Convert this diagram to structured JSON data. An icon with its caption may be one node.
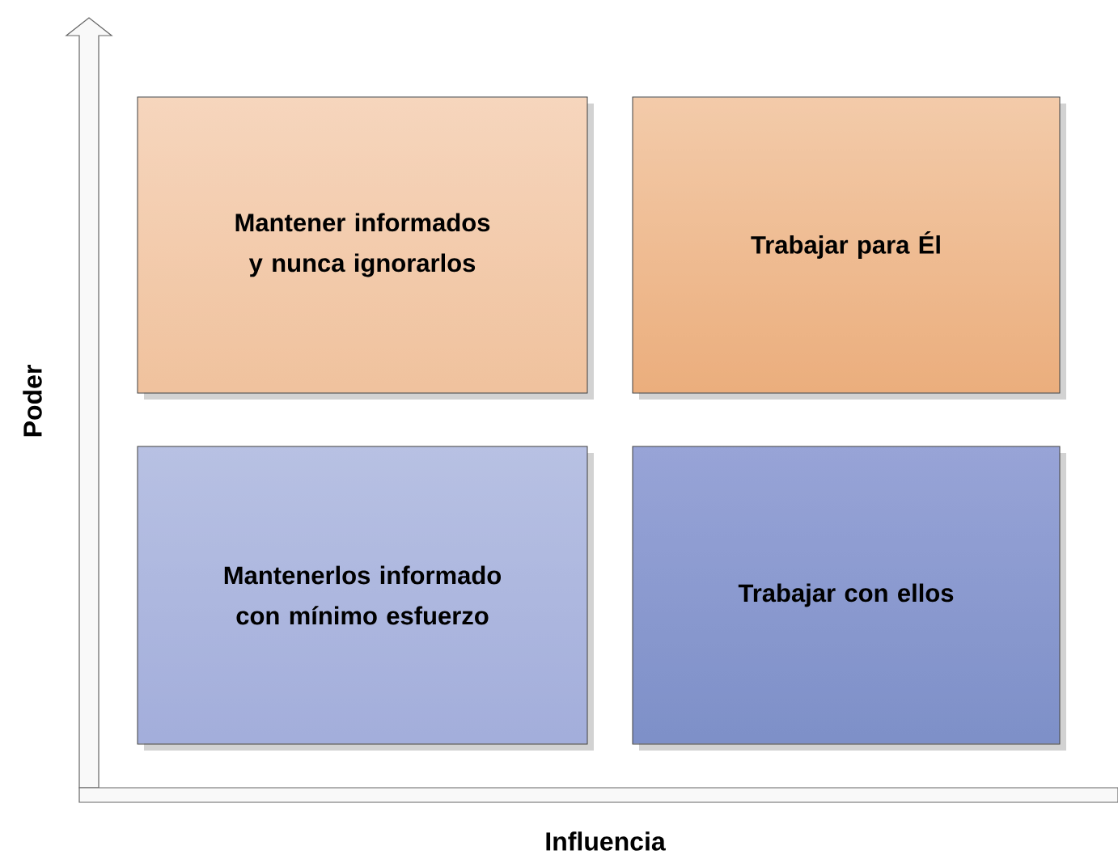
{
  "diagram": {
    "nodes": [
      {
        "text": [
          "Mantener informados y nunca ignorarlos"
        ]
      },
      {
        "text": [
          "Trabajar para Él"
        ]
      },
      {
        "text": [
          "Mantenerlos informado con mínimo esfuerzo"
        ]
      },
      {
        "text": [
          "Trabajar con ellos"
        ]
      }
    ],
    "labels": [
      "Poder",
      "Influencia"
    ]
  }
}
